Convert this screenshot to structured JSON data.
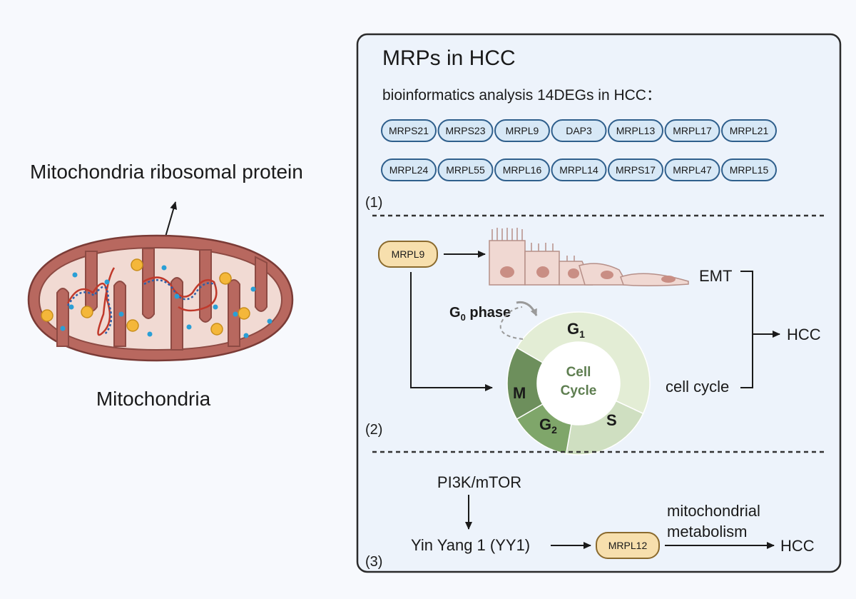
{
  "left": {
    "protein_label": "Mitochondria ribosomal protein",
    "organelle_label": "Mitochondria"
  },
  "panel": {
    "title": "MRPs in HCC",
    "subtitle": "bioinformatics analysis 14DEGs in HCC：",
    "genes_row1": [
      "MRPS21",
      "MRPS23",
      "MRPL9",
      "DAP3",
      "MRPL13",
      "MRPL17",
      "MRPL21"
    ],
    "genes_row2": [
      "MRPL24",
      "MRPL55",
      "MRPL16",
      "MRPL14",
      "MRPS17",
      "MRPL47",
      "MRPL15"
    ],
    "section1_tag": "(1)",
    "section2": {
      "tag": "(2)",
      "gene": "MRPL9",
      "emt": "EMT",
      "cell_cycle": "cell cycle",
      "outcome": "HCC",
      "g0": "G",
      "g0_sub": "0",
      "g0_rest": " phase",
      "center_line1": "Cell",
      "center_line2": "Cycle",
      "phase_g1": "G",
      "phase_g1_sub": "1",
      "phase_s": "S",
      "phase_g2": "G",
      "phase_g2_sub": "2",
      "phase_m": "M"
    },
    "section3": {
      "tag": "(3)",
      "pathway": "PI3K/mTOR",
      "factor": "Yin Yang 1 (YY1)",
      "gene": "MRPL12",
      "process_line1": "mitochondrial",
      "process_line2": "metabolism",
      "outcome": "HCC"
    }
  },
  "colors": {
    "panel_bg": "#edf3fb",
    "pill_fill": "#d7e8f6",
    "pill_stroke": "#2f5f8c",
    "gene_pill_fill": "#f7dfad",
    "gene_pill_stroke": "#8a6a2e",
    "g1": "#e3edd5",
    "s": "#cfdfc1",
    "g2": "#7fa66a",
    "m": "#6d8f5c",
    "mito_outer": "#b8685f",
    "mito_inner": "#f1dad3"
  }
}
